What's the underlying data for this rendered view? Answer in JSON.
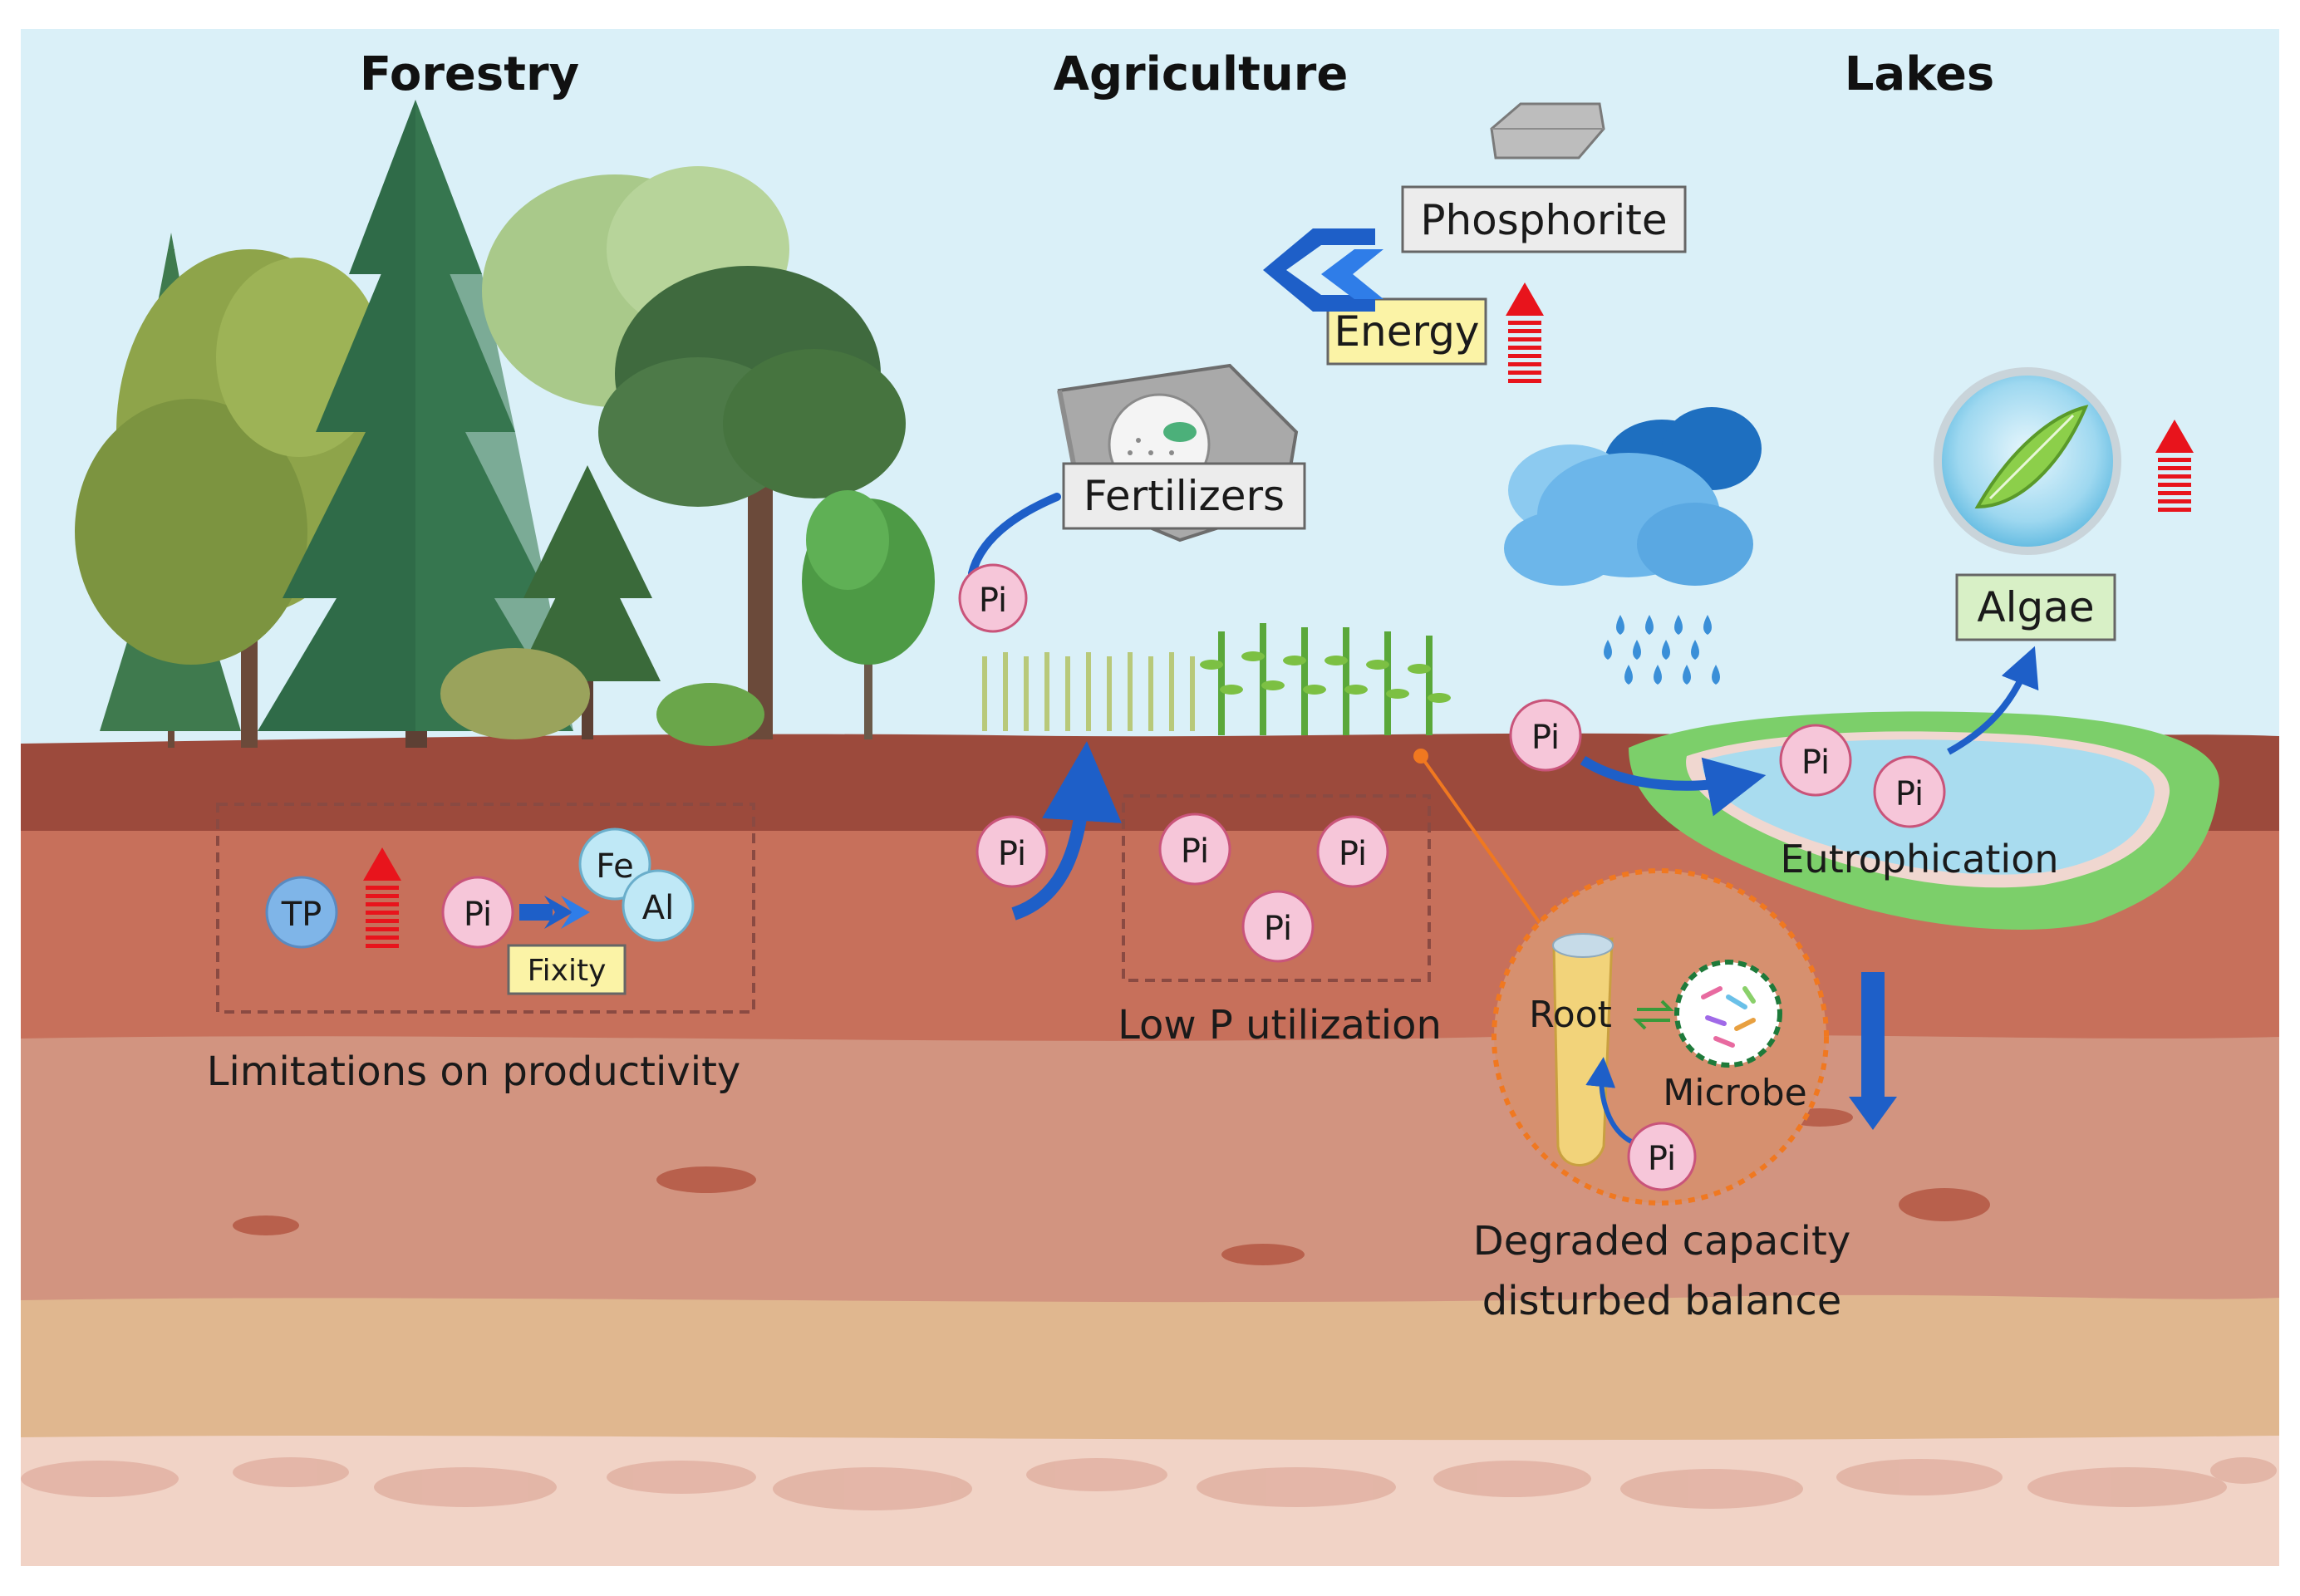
{
  "sections": {
    "forestry": "Forestry",
    "agriculture": "Agriculture",
    "lakes": "Lakes"
  },
  "boxes": {
    "phosphorite": "Phosphorite",
    "energy": "Energy",
    "fertilizers": "Fertilizers",
    "algae": "Algae",
    "fixity": "Fixity"
  },
  "molecules": {
    "pi": "Pi",
    "tp": "TP",
    "fe": "Fe",
    "al": "Al"
  },
  "labels": {
    "limitations": "Limitations on productivity",
    "low_p": "Low P utilization",
    "eutrophication": "Eutrophication",
    "root": "Root",
    "microbe": "Microbe",
    "degraded_line1": "Degraded capacity",
    "degraded_line2": "disturbed balance"
  },
  "colors": {
    "sky": "#daf0f8",
    "pi_fill": "#f6c6d9",
    "arrow_blue": "#1e5fc8",
    "increase_red": "#e8141c",
    "box_gray": "#ececec",
    "box_yellow": "#fbf3a6",
    "box_green": "#d8f0c6"
  }
}
